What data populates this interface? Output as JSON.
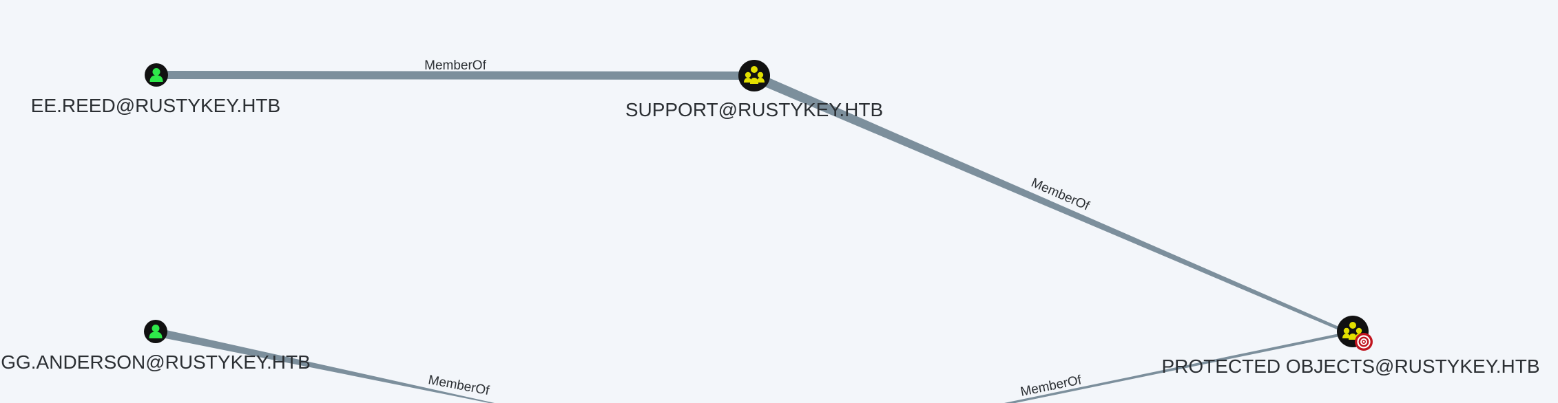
{
  "graph": {
    "background": "#f3f6fa",
    "edge_color": "#7c8f9c",
    "nodes": [
      {
        "id": "ee-reed",
        "label": "EE.REED@RUSTYKEY.HTB",
        "kind": "user",
        "icon": "user-icon",
        "color": "#2ee84a"
      },
      {
        "id": "support",
        "label": "SUPPORT@RUSTYKEY.HTB",
        "kind": "group",
        "icon": "group-icon",
        "color": "#e3e000"
      },
      {
        "id": "gg-anderson",
        "label": "GG.ANDERSON@RUSTYKEY.HTB",
        "kind": "user",
        "icon": "user-icon",
        "color": "#2ee84a"
      },
      {
        "id": "protected-objects",
        "label": "PROTECTED OBJECTS@RUSTYKEY.HTB",
        "kind": "group",
        "icon": "group-icon",
        "color": "#e3e000",
        "badge": "target-icon",
        "badge_color": "#c0141e"
      }
    ],
    "edges": [
      {
        "id": "e1",
        "label": "MemberOf"
      },
      {
        "id": "e2",
        "label": "MemberOf"
      },
      {
        "id": "e3",
        "label": "MemberOf"
      },
      {
        "id": "e4",
        "label": "MemberOf"
      }
    ]
  }
}
